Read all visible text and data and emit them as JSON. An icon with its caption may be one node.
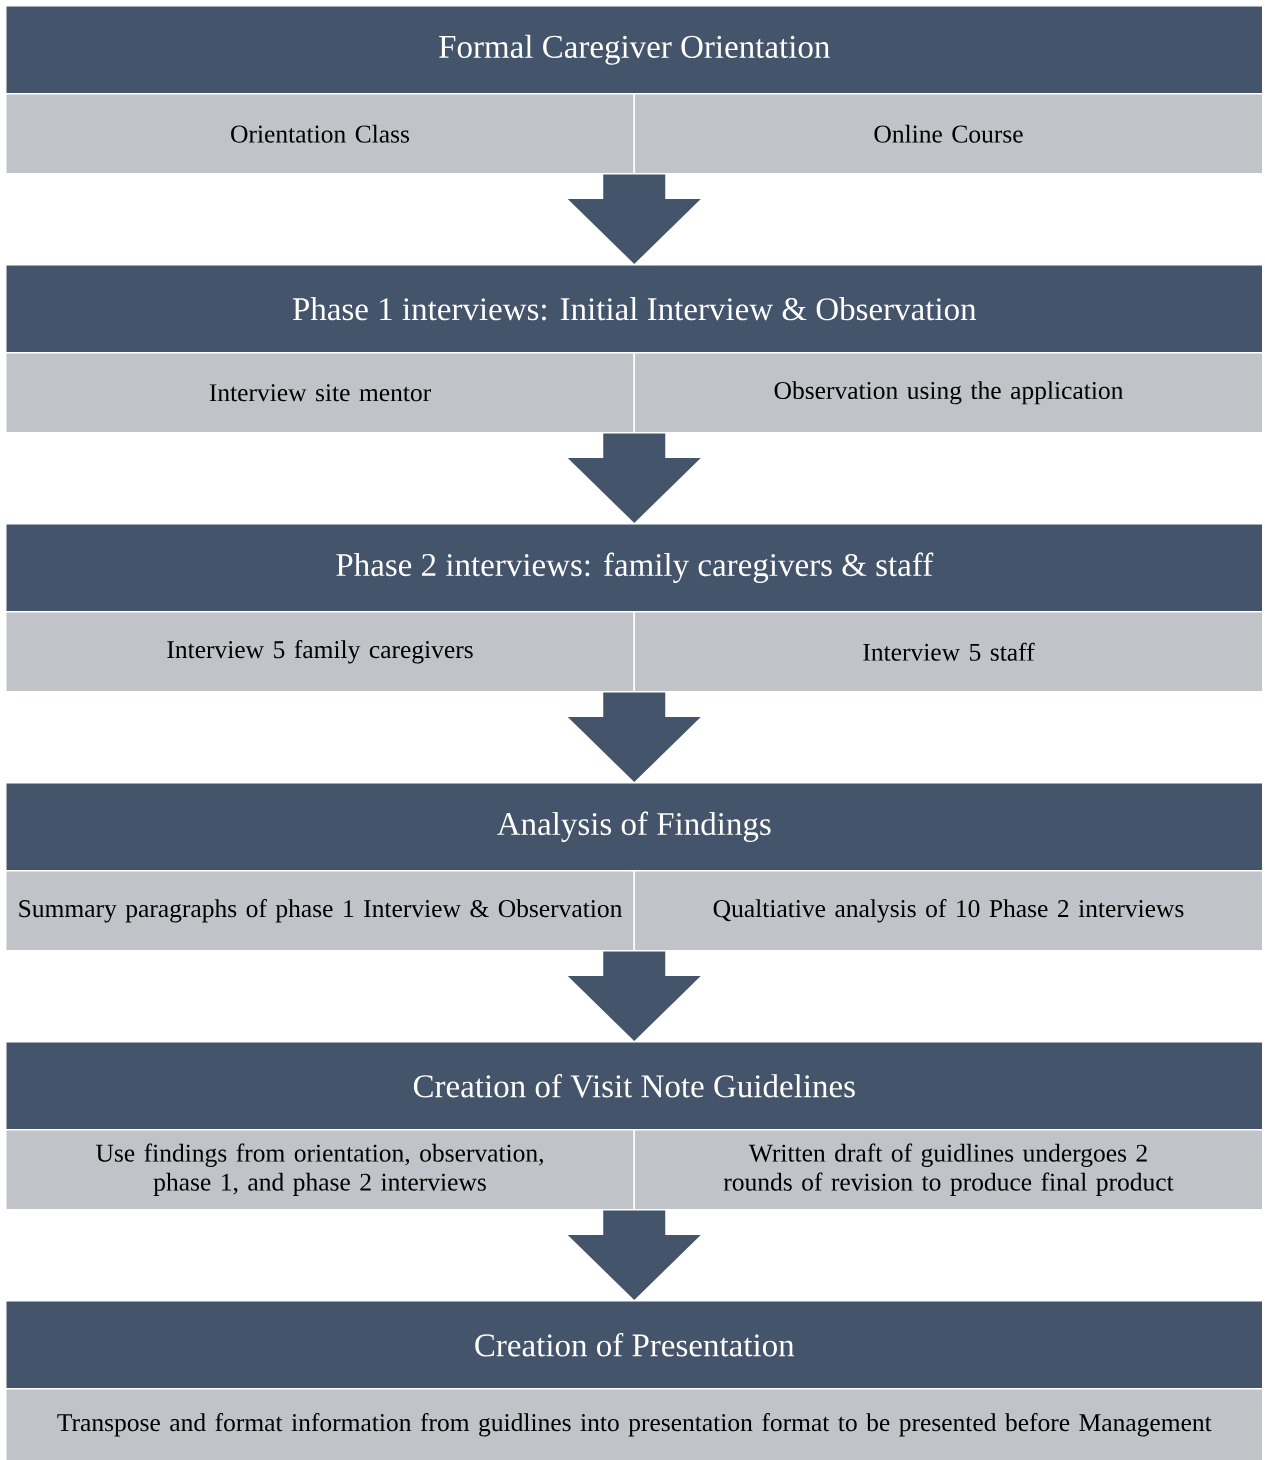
{
  "diagram": {
    "nodes": [
      {
        "text": [
          "Formal Caregiver Orientation"
        ]
      },
      {
        "text": [
          "Orientation Class"
        ]
      },
      {
        "text": [
          "Online Course"
        ]
      },
      {
        "text": [
          "Phase 1 interviews: Initial Interview & Observation"
        ]
      },
      {
        "text": [
          "Interview site mentor"
        ]
      },
      {
        "text": [
          "Observation using the application"
        ]
      },
      {
        "text": [
          "Phase 2 interviews: family caregivers & staff"
        ]
      },
      {
        "text": [
          "Interview 5 family caregivers"
        ]
      },
      {
        "text": [
          "Interview 5 staff"
        ]
      },
      {
        "text": [
          "Analysis of Findings"
        ]
      },
      {
        "text": [
          "Summary paragraphs of phase 1 Interview & Observation"
        ]
      },
      {
        "text": [
          "Qualtiative analysis of 10 Phase 2 interviews"
        ]
      },
      {
        "text": [
          "Creation of Visit Note Guidelines"
        ]
      },
      {
        "text": [
          "Use findings from orientation, observation, phase 1, and phase 2 interviews"
        ]
      },
      {
        "text": [
          "Written draft of guidlines undergoes 2 rounds of revision to produce final product"
        ]
      },
      {
        "text": [
          "Creation of Presentation"
        ]
      },
      {
        "text": [
          "Transpose and format information from guidlines into presentation format to be presented before Management"
        ]
      }
    ],
    "edges": [
      {
        "from": 1,
        "to": 3,
        "arrow": "to"
      },
      {
        "from": 2,
        "to": 3,
        "arrow": "to"
      },
      {
        "from": 4,
        "to": 6,
        "arrow": "to"
      },
      {
        "from": 5,
        "to": 6,
        "arrow": "to"
      },
      {
        "from": 7,
        "to": 9,
        "arrow": "to"
      },
      {
        "from": 8,
        "to": 9,
        "arrow": "to"
      },
      {
        "from": 10,
        "to": 12,
        "arrow": "to"
      },
      {
        "from": 11,
        "to": 12,
        "arrow": "to"
      },
      {
        "from": 13,
        "to": 15,
        "arrow": "to"
      },
      {
        "from": 14,
        "to": 15,
        "arrow": "to"
      }
    ]
  }
}
